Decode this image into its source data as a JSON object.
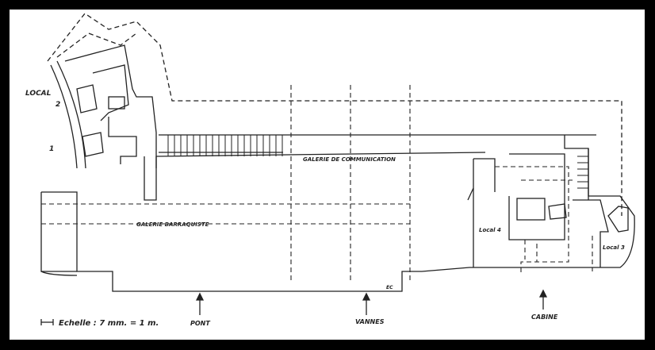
{
  "labels": {
    "local_top": "LOCAL",
    "local_num_2": "2",
    "local_num_1": "1",
    "galerie_communication": "GALERIE DE COMMUNICATION",
    "galerie_barraquiste": "GALERIE BARRAQUISTE",
    "local_4": "Local 4",
    "local_3": "Local 3",
    "mark_ec": "EC",
    "pont": "PONT",
    "vannes": "VANNES",
    "cabine": "CABINE",
    "scale": "Echelle : 7 mm. = 1 m."
  },
  "colors": {
    "background_frame": "#000000",
    "paper": "#ffffff",
    "ink": "#222222"
  }
}
